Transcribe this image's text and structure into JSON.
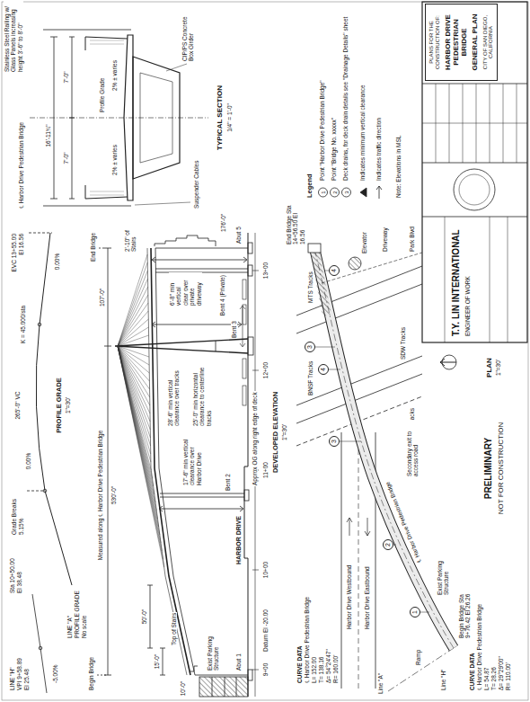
{
  "diagram": {
    "nodes": [
      {
        "text": [
          "PLANS FOR THE CONSTRUCTION OF:",
          "HARBOR DRIVE PEDESTRIAN BRIDGE",
          "GENERAL PLAN",
          "CITY OF SAN DIEGO, CALIFORNIA"
        ]
      },
      {
        "text": [
          "T.Y. LIN INTERNATIONAL",
          "ENGINEER OF WORK"
        ]
      },
      {
        "text": [
          "1"
        ]
      },
      {
        "text": [
          "2"
        ]
      },
      {
        "text": [
          "3"
        ]
      },
      {
        "text": [
          "4"
        ]
      },
      {
        "text": [
          "3"
        ]
      },
      {
        "text": [
          "4"
        ]
      }
    ],
    "labels": [
      "LINE \"H\"",
      "VPI 9+58.89",
      "El 25.48",
      "-5.00%",
      "LINE \"A\"",
      "PROFILE GRADE",
      "No scale",
      "Begin Bridge",
      "Sta 10+50.00",
      "El 38.48",
      "Grade Breaks",
      "5.15%",
      "0.00%",
      "265'-0\" VC",
      "K = 45.000/sta",
      "PROFILE GRADE",
      "1\"=30'",
      "EVC 13+55.00",
      "El 16.56",
      "0.00%",
      "End Bridge",
      "107'-0\"",
      "Measured along ℄ Harbor Drive Pedestrian Bridge",
      "530'-0\"",
      "50'-0\"",
      "15'-0\"",
      "10'-0\"",
      "Top of Stairs",
      "Exist Parking Structure",
      "Abut 1",
      "Bent 2",
      "Bent 3",
      "Bent 4 (Private)",
      "Abut 5",
      "HARBOR DRIVE",
      "17'-6\" min vertical clearance over Harbor Drive",
      "28'-6\" min vertical clearance over tracks",
      "25'-0\" min horizontal clearance to centerline tracks",
      "6'-8\" min vertical clear over private driveway",
      "2'-10\" of Stairs",
      "176'-0\"",
      "Approx OG along right edge of deck",
      "Datum El -20.00",
      "9+00",
      "10+00",
      "11+00",
      "12+00",
      "13+00",
      "DEVELOPED ELEVATION",
      "1\"=30'",
      "Stainless Steel Railing w/ Glass Panels increasing height 3'-6\" to 8'-0\"",
      "℄ Harbor Drive Pedestrian Bridge",
      "16'-11¾\"",
      "7'-0\"",
      "7'-0\"",
      "Profile Grade",
      "2% ± varies",
      "2% ± varies",
      "CIP/PS Concrete Box Girder",
      "Suspender Cables",
      "TYPICAL SECTION",
      "1/4\" = 1'-0\"",
      "Harbor Drive Westbound",
      "Harbor Drive Eastbound",
      "BNSF Tracks",
      "MTS Tracks",
      "SDW Tracks",
      "Future Tracks",
      "Park Blvd",
      "Driveway",
      "Elevator",
      "End Bridge Sta 14+56.50 El 16.56",
      "Begin Bridge Sta 9+76.42 El 26.26",
      "Exist Parking Structure",
      "Line \"A\"",
      "Line \"H\"",
      "Ramp",
      "Secondary exit to access road",
      "℄ Harbor Drive Pedestrian Bridge",
      "PRELIMINARY",
      "NOT FOR CONSTRUCTION",
      "PLAN",
      "1\"=30'",
      "CURVE DATA",
      "℄ Harbor Drive Pedestrian Bridge",
      "L= 152.00",
      "T= 138.16",
      "Δ= 54°24'47\"",
      "R= 160.00'",
      "CURVE DATA",
      "℄ Harbor Drive Pedestrian Bridge",
      "L= 54.87",
      "T= 28.26",
      "Δ= 29°29'00\"",
      "R= 110.00'",
      "Legend",
      "Note: Elevations in MSL",
      "1",
      "2",
      "3"
    ],
    "legend": [
      {
        "text": "Point \"Harbor Drive Pedestrian Bridge\""
      },
      {
        "text": "Point \"Bridge No. xxxxx\""
      },
      {
        "text": "Deck drains, for deck drain details see \"Drainage Details\" sheet"
      },
      {
        "text": "Indicates minimum vertical clearance"
      },
      {
        "text": "Indicates traffic direction"
      }
    ]
  }
}
